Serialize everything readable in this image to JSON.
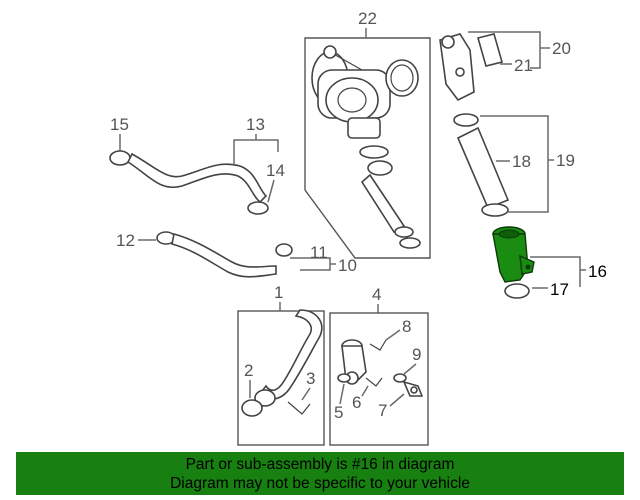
{
  "labels": {
    "l1": "1",
    "l2": "2",
    "l3": "3",
    "l4": "4",
    "l5": "5",
    "l6": "6",
    "l7": "7",
    "l8": "8",
    "l9": "9",
    "l10": "10",
    "l11": "11",
    "l12": "12",
    "l13": "13",
    "l14": "14",
    "l15": "15",
    "l16": "16",
    "l17": "17",
    "l18": "18",
    "l19": "19",
    "l20": "20",
    "l21": "21",
    "l22": "22"
  },
  "highlight_color": "#1a8c12",
  "footer": {
    "line1": "Part or sub-assembly is #16 in diagram",
    "line2": "Diagram may not be specific to your vehicle",
    "background": "#178010"
  }
}
